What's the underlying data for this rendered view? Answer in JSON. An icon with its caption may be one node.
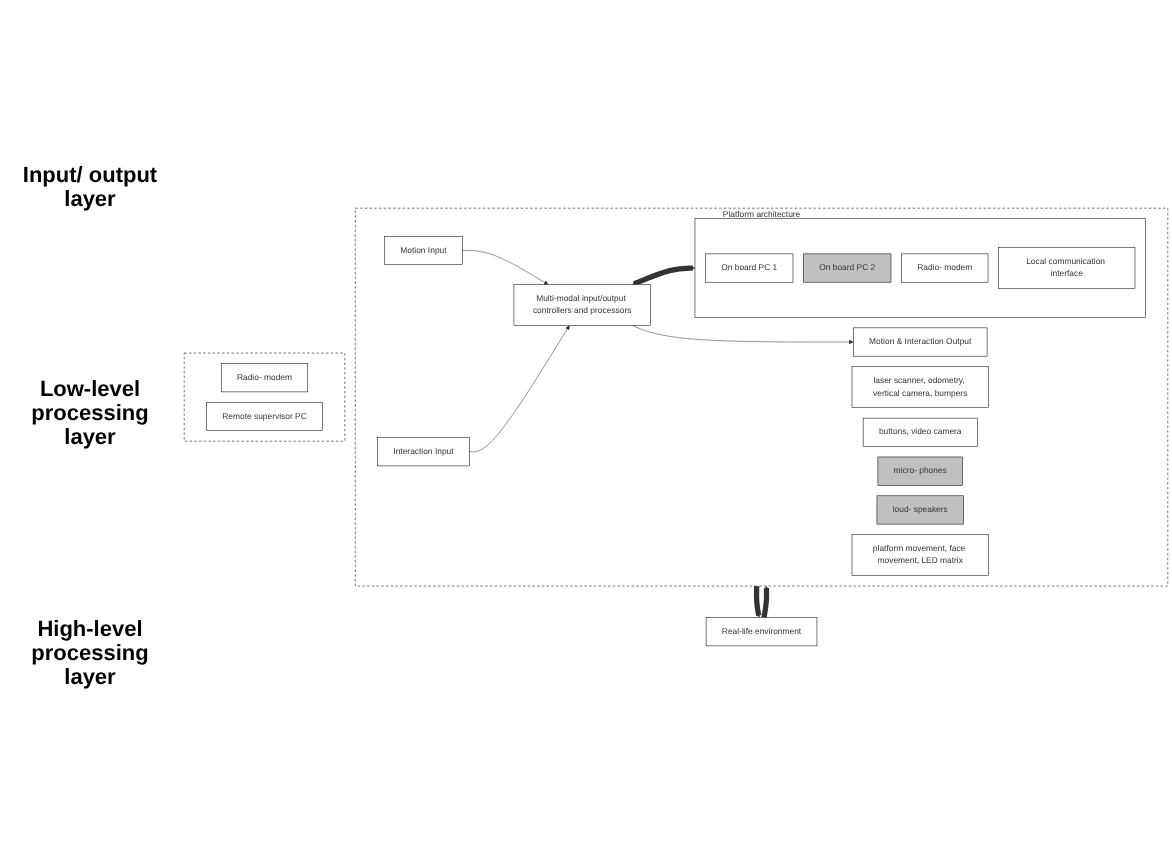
{
  "diagram": {
    "nodes": [
      {
        "text": [
          "Platform architecture"
        ]
      },
      {
        "text": [
          "laser scanner, odometry, vertical camera, bumpers"
        ],
        "in": 0
      },
      {
        "text": [
          "buttons, video camera"
        ],
        "in": 0
      },
      {
        "text": [
          "micro- phones"
        ],
        "in": 0
      },
      {
        "text": [
          "loud- speakers"
        ],
        "in": 0
      },
      {
        "text": [
          "platform movement, face movement, LED matrix"
        ],
        "in": 0
      },
      {
        "text": [
          "Motion Input"
        ],
        "in": 0
      },
      {
        "text": [
          "Interaction Input"
        ],
        "in": 0
      },
      {
        "text": [
          "Motion & Interaction Output"
        ],
        "in": 0
      },
      {
        "text": [
          "Multi-modal input/output controllers and processors"
        ],
        "in": 0
      },
      {
        "text": [],
        "shape": "box",
        "in": 0
      },
      {
        "text": [
          "On board PC 1"
        ],
        "in": 10
      },
      {
        "text": [
          "On board PC 2"
        ],
        "in": 10
      },
      {
        "text": [
          "Radio- modem"
        ],
        "in": 10
      },
      {
        "text": [
          "Local communication interface"
        ],
        "in": 10
      },
      {
        "text": [],
        "shape": "box"
      },
      {
        "text": [
          "Radio- modem"
        ],
        "in": 15
      },
      {
        "text": [
          "Remote supervisor PC"
        ],
        "in": 15
      },
      {
        "text": [
          "Real-life environment"
        ]
      }
    ],
    "edges": [
      {
        "from": 18,
        "to": 0,
        "arrow": "to",
        "style": "thick"
      },
      {
        "from": 0,
        "to": 18,
        "arrow": "to",
        "style": "thick"
      },
      {
        "from": 6,
        "to": 9,
        "arrow": "to"
      },
      {
        "from": 7,
        "to": 9,
        "arrow": "to"
      },
      {
        "from": 9,
        "to": 8,
        "arrow": "to"
      },
      {
        "from": 9,
        "to": 10,
        "arrow": "both",
        "style": "thick"
      }
    ],
    "labels": [
      "Input/ output layer",
      "Low-level processing layer",
      "High-level processing layer"
    ]
  }
}
